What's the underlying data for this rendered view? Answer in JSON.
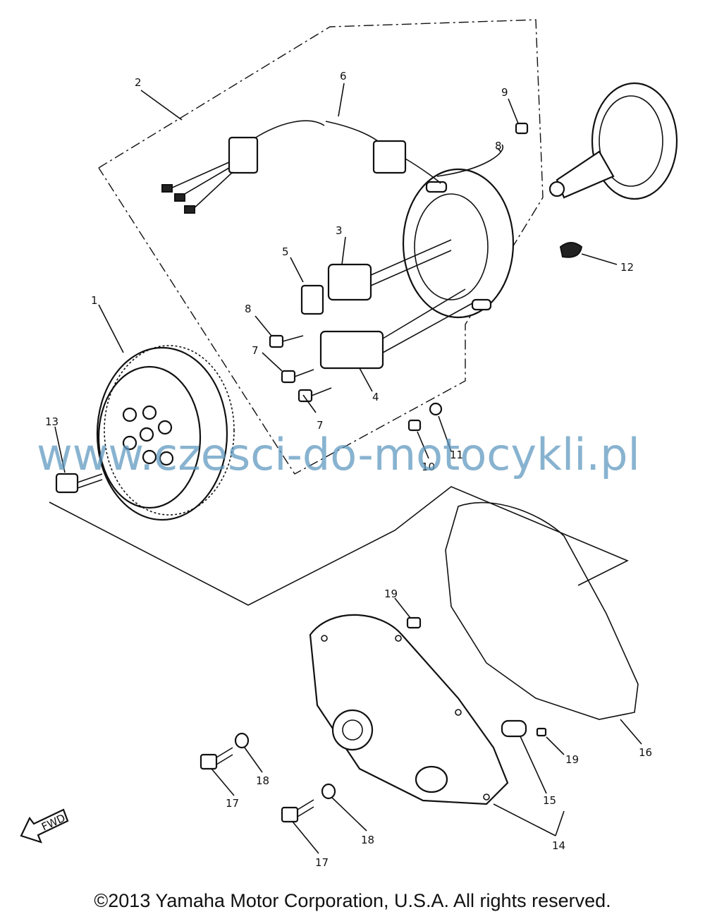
{
  "watermark": "www.czesci-do-motocykli.pl",
  "copyright": "©2013 Yamaha Motor Corporation, U.S.A. All rights reserved.",
  "fwd_label": "FWD",
  "callouts": {
    "c1": "1",
    "c2": "2",
    "c3": "3",
    "c4": "4",
    "c5": "5",
    "c6": "6",
    "c7a": "7",
    "c7b": "7",
    "c8a": "8",
    "c8b": "8",
    "c9": "9",
    "c10": "10",
    "c11": "11",
    "c12": "12",
    "c13": "13",
    "c14": "14",
    "c15": "15",
    "c16": "16",
    "c17a": "17",
    "c17b": "17",
    "c18a": "18",
    "c18b": "18",
    "c19a": "19",
    "c19b": "19"
  }
}
